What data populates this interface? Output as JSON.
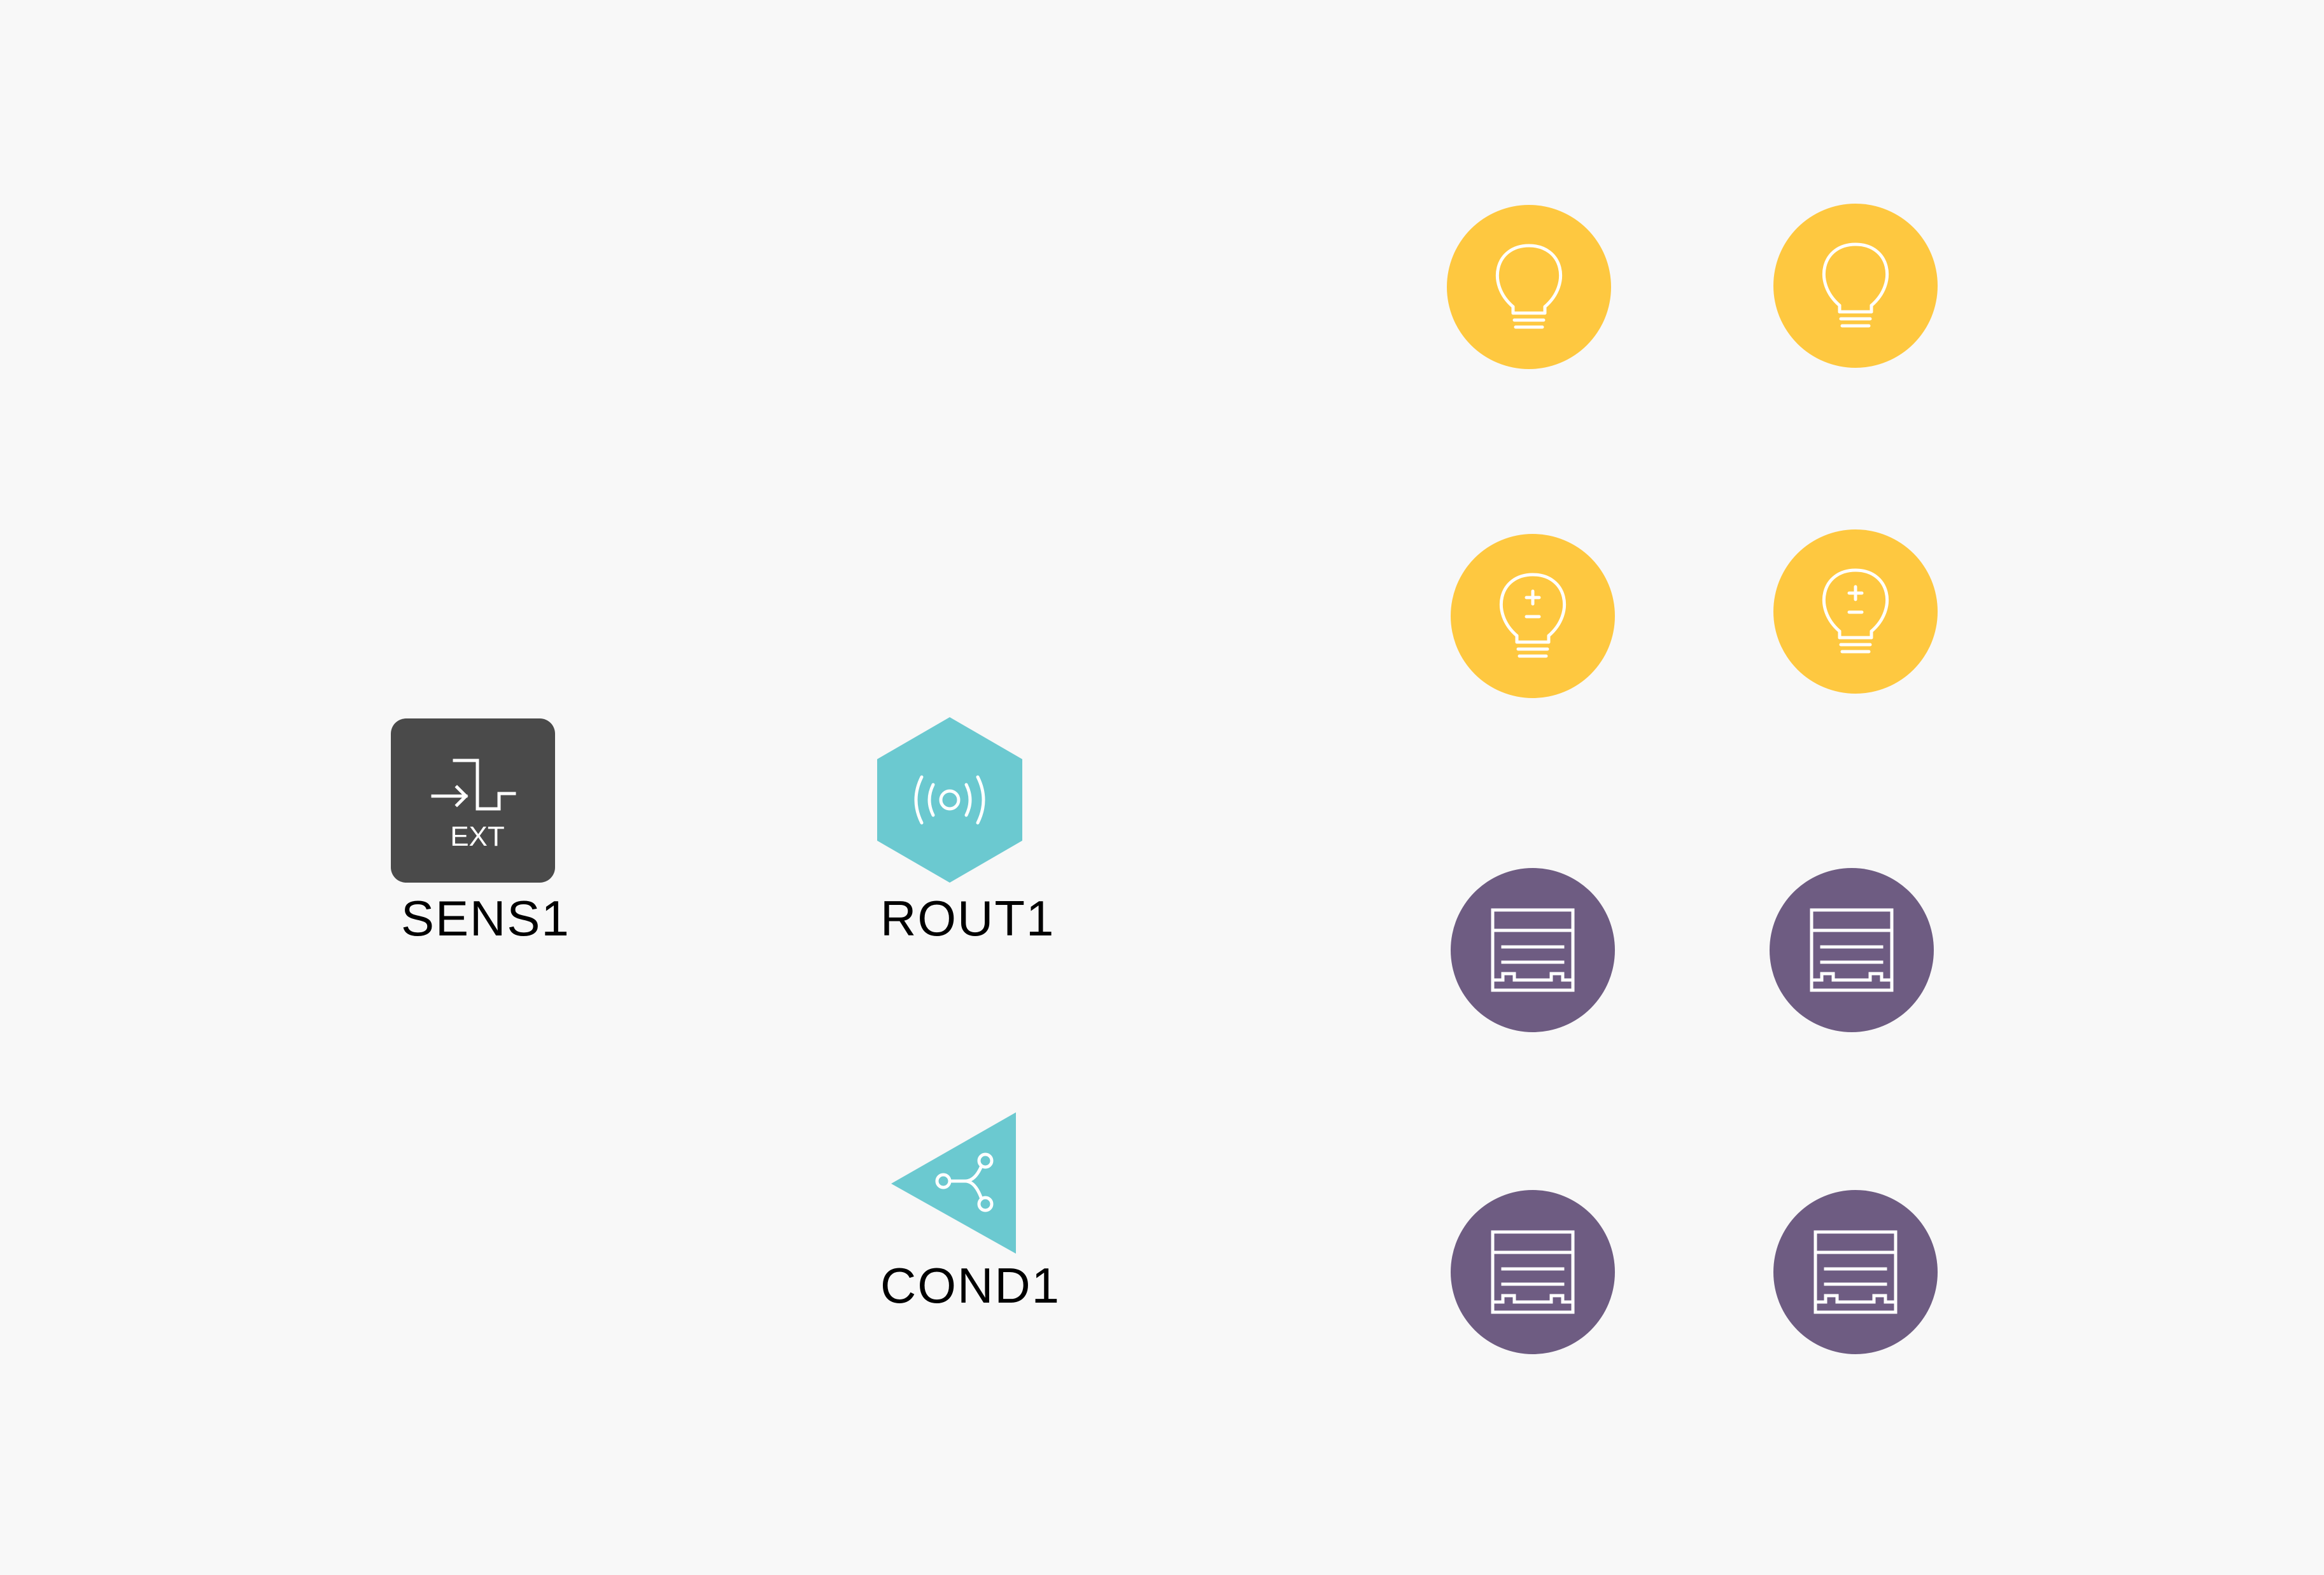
{
  "nodes": {
    "sensor": {
      "label": "SENS1",
      "icon": "external-signal-icon",
      "icon_text": "EXT",
      "color": "#4a4a4a"
    },
    "router": {
      "label": "ROUT1",
      "icon": "wireless-broadcast-icon",
      "color": "#6bc9d0"
    },
    "condition": {
      "label": "COND1",
      "icon": "branch-icon",
      "color": "#6bc9d0"
    }
  },
  "lights": {
    "icon": "light-bulb-icon",
    "dimmable_icon": "dimmable-light-bulb-icon",
    "color": "#fec840"
  },
  "blinds": {
    "icon": "window-blind-icon",
    "color": "#6e5c82"
  }
}
